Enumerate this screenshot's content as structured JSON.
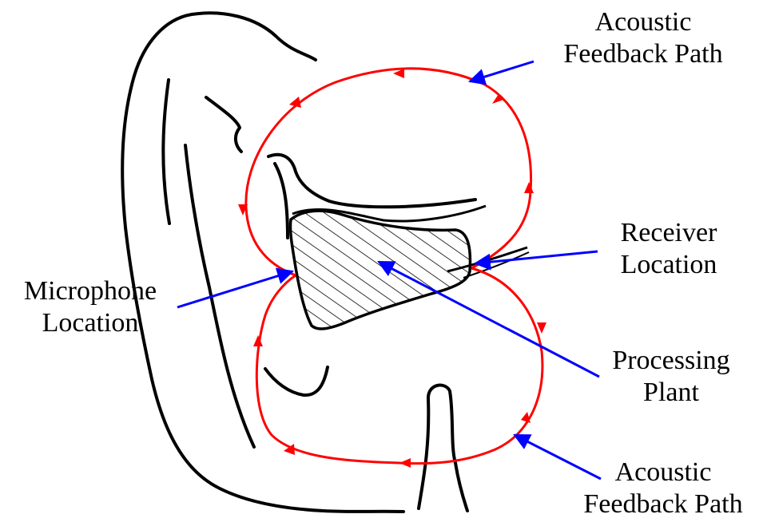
{
  "colors": {
    "loop": "#ff0000",
    "pointer": "#0000ff",
    "ink": "#000000",
    "background": "#ffffff"
  },
  "labels": {
    "acoustic_top": [
      "Acoustic",
      "Feedback Path"
    ],
    "receiver": [
      "Receiver",
      "Location"
    ],
    "microphone": [
      "Microphone",
      "Location"
    ],
    "processing": [
      "Processing",
      "Plant"
    ],
    "acoustic_bottom": [
      "Acoustic",
      "Feedback Path"
    ]
  }
}
